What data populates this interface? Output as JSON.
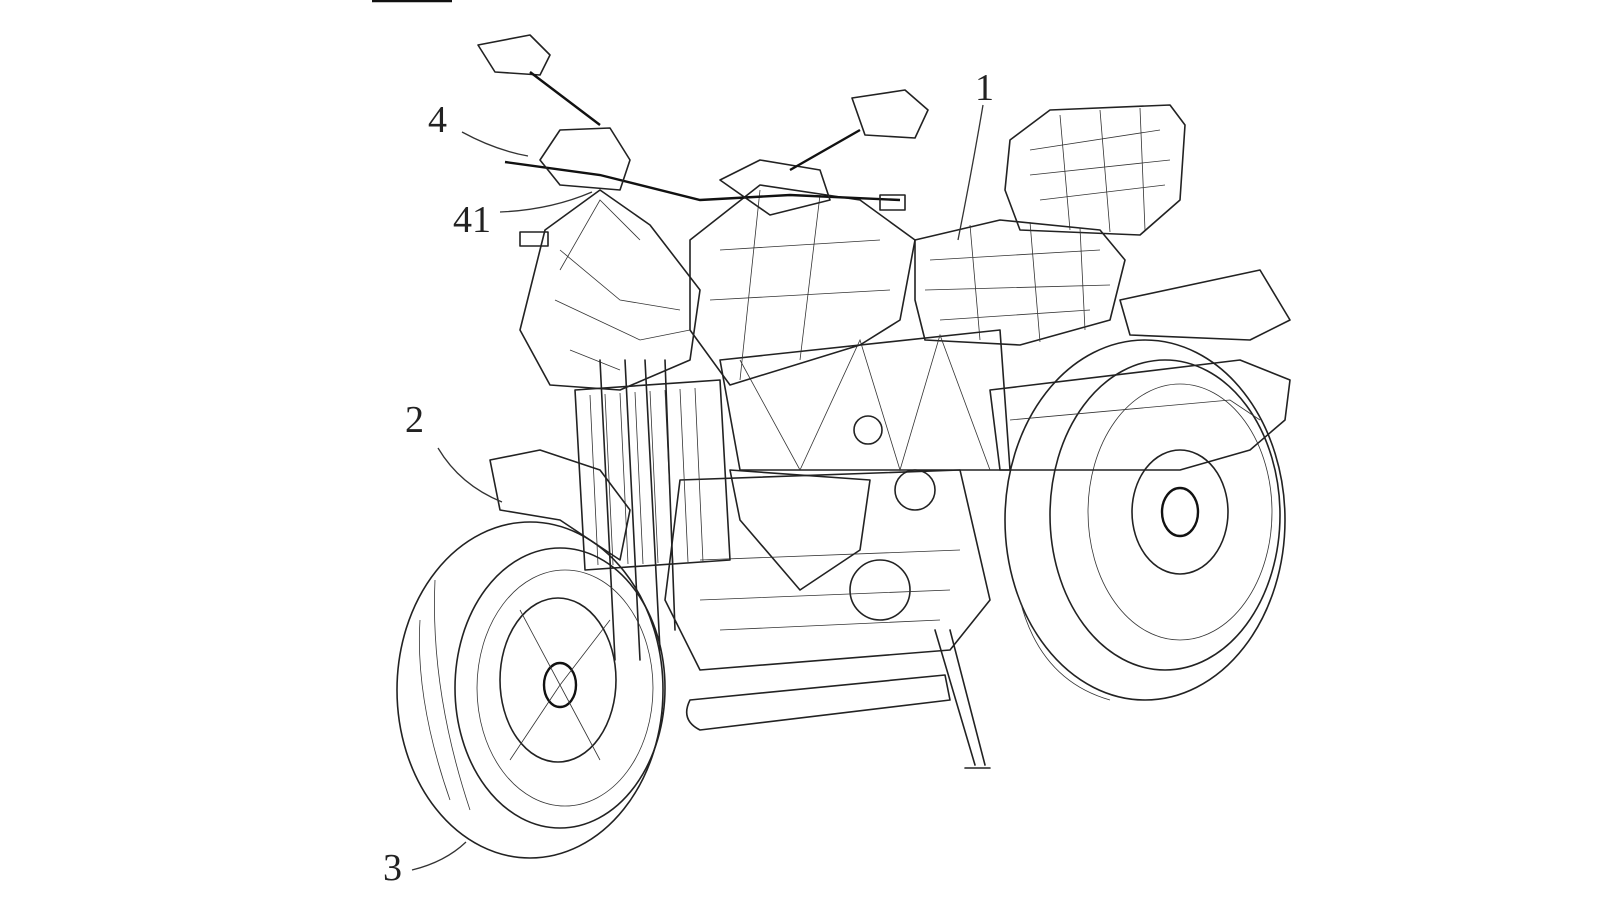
{
  "figure": {
    "reference_labels": [
      {
        "id": "1",
        "text": "1"
      },
      {
        "id": "2",
        "text": "2"
      },
      {
        "id": "3",
        "text": "3"
      },
      {
        "id": "4",
        "text": "4"
      },
      {
        "id": "41",
        "text": "41"
      }
    ]
  }
}
